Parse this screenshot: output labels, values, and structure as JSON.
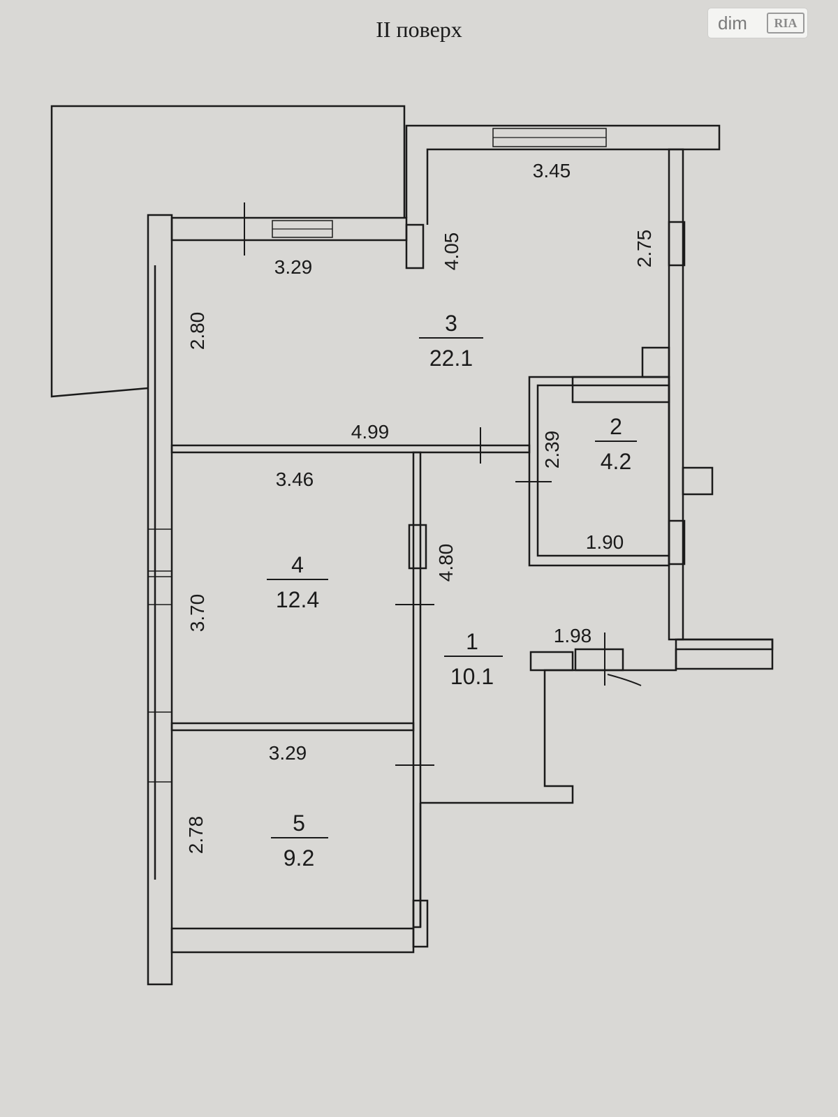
{
  "title": "II поверх",
  "logo": {
    "dim": "dim",
    "ria": "RIA"
  },
  "rooms": [
    {
      "id": "1",
      "number": "1",
      "area": "10.1"
    },
    {
      "id": "2",
      "number": "2",
      "area": "4.2"
    },
    {
      "id": "3",
      "number": "3",
      "area": "22.1"
    },
    {
      "id": "4",
      "number": "4",
      "area": "12.4"
    },
    {
      "id": "5",
      "number": "5",
      "area": "9.2"
    }
  ],
  "dimensions": {
    "room3_top": "3.45",
    "room3_window_wall": "3.29",
    "room3_step": "4.05",
    "room3_right": "2.75",
    "room3_left": "2.80",
    "room3_bottom": "4.99",
    "room2_height": "2.39",
    "room2_width": "1.90",
    "room4_top": "3.46",
    "room4_left": "3.70",
    "corridor_height": "4.80",
    "entrance_width": "1.98",
    "room5_top": "3.29",
    "room5_left": "2.78"
  }
}
